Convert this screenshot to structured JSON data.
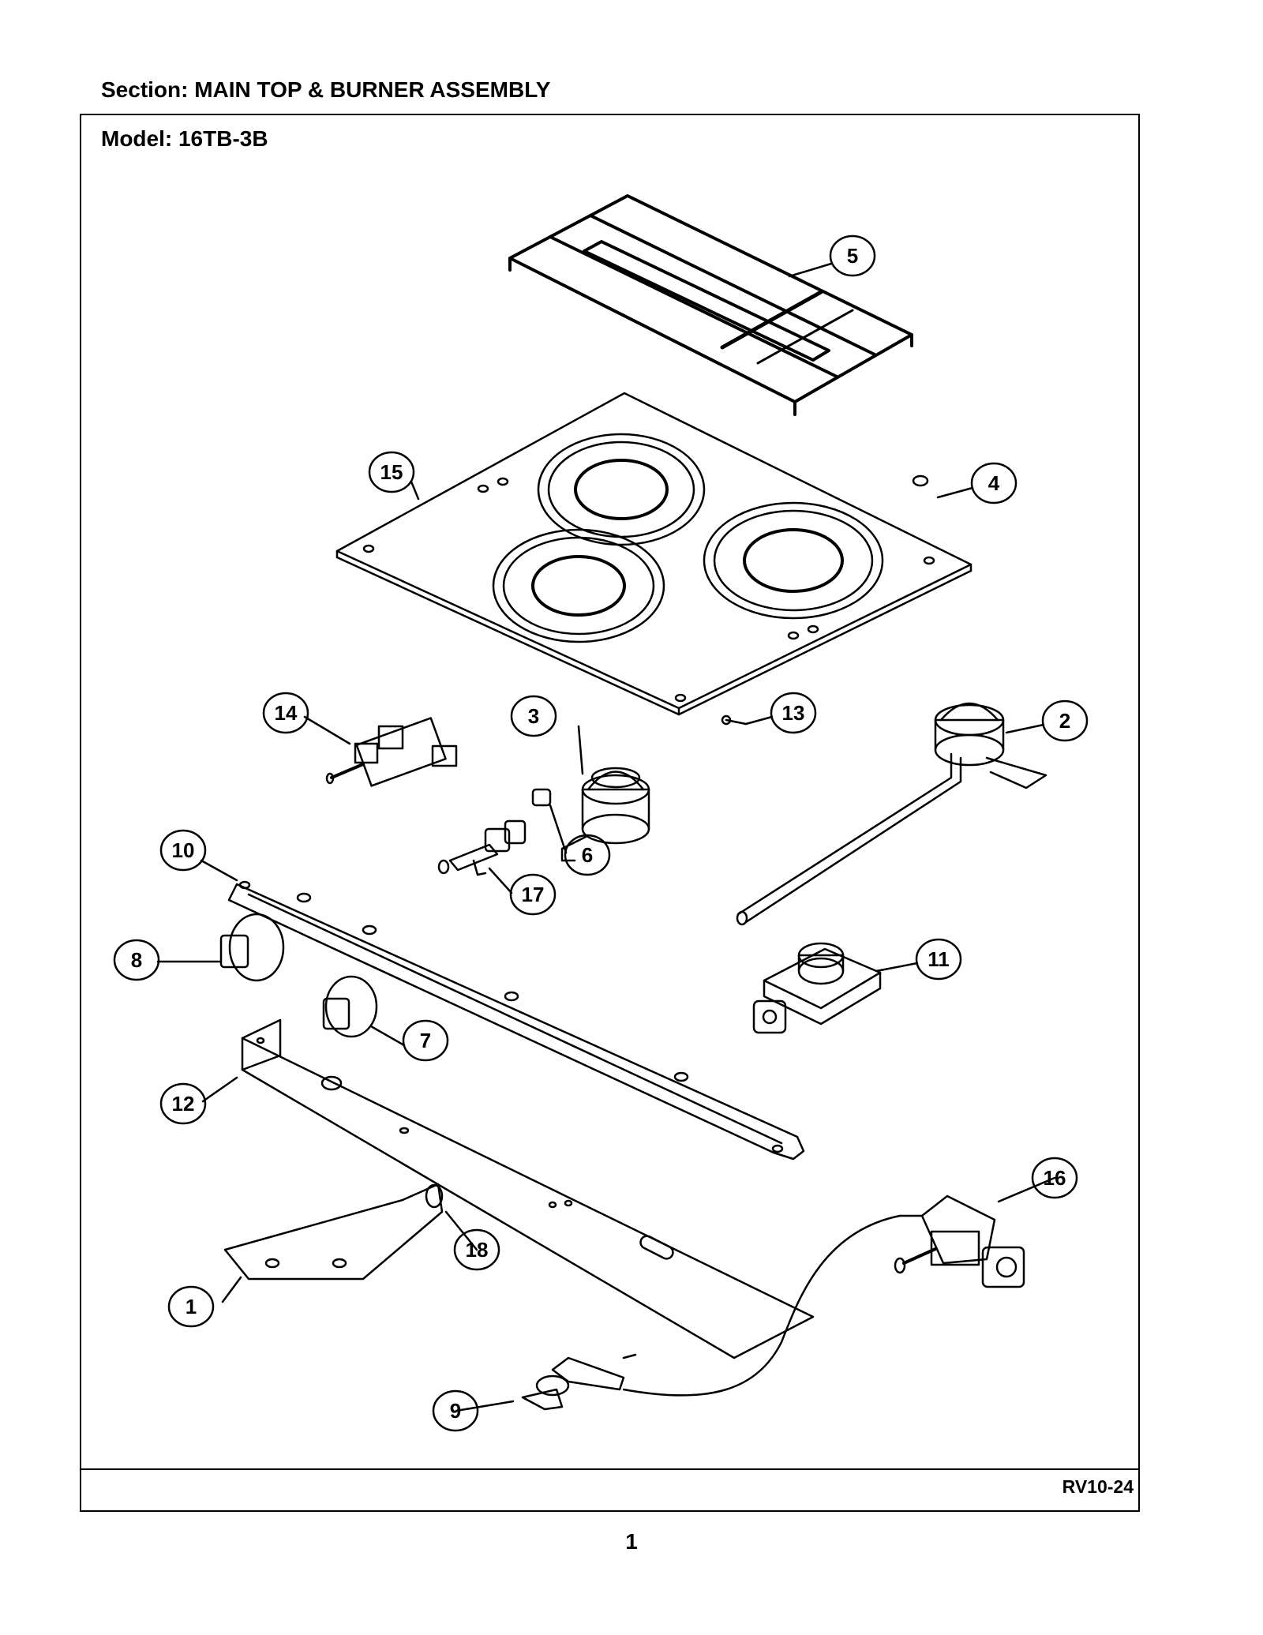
{
  "section_label": "Section:  MAIN TOP & BURNER ASSEMBLY",
  "model_label": "Model:  16TB-3B",
  "doc_code": "RV10-24",
  "page_number": "1",
  "callouts": {
    "c1": "1",
    "c2": "2",
    "c3": "3",
    "c4": "4",
    "c5": "5",
    "c6": "6",
    "c7": "7",
    "c8": "8",
    "c9": "9",
    "c10": "10",
    "c11": "11",
    "c12": "12",
    "c13": "13",
    "c14": "14",
    "c15": "15",
    "c16": "16",
    "c17": "17",
    "c18": "18"
  }
}
